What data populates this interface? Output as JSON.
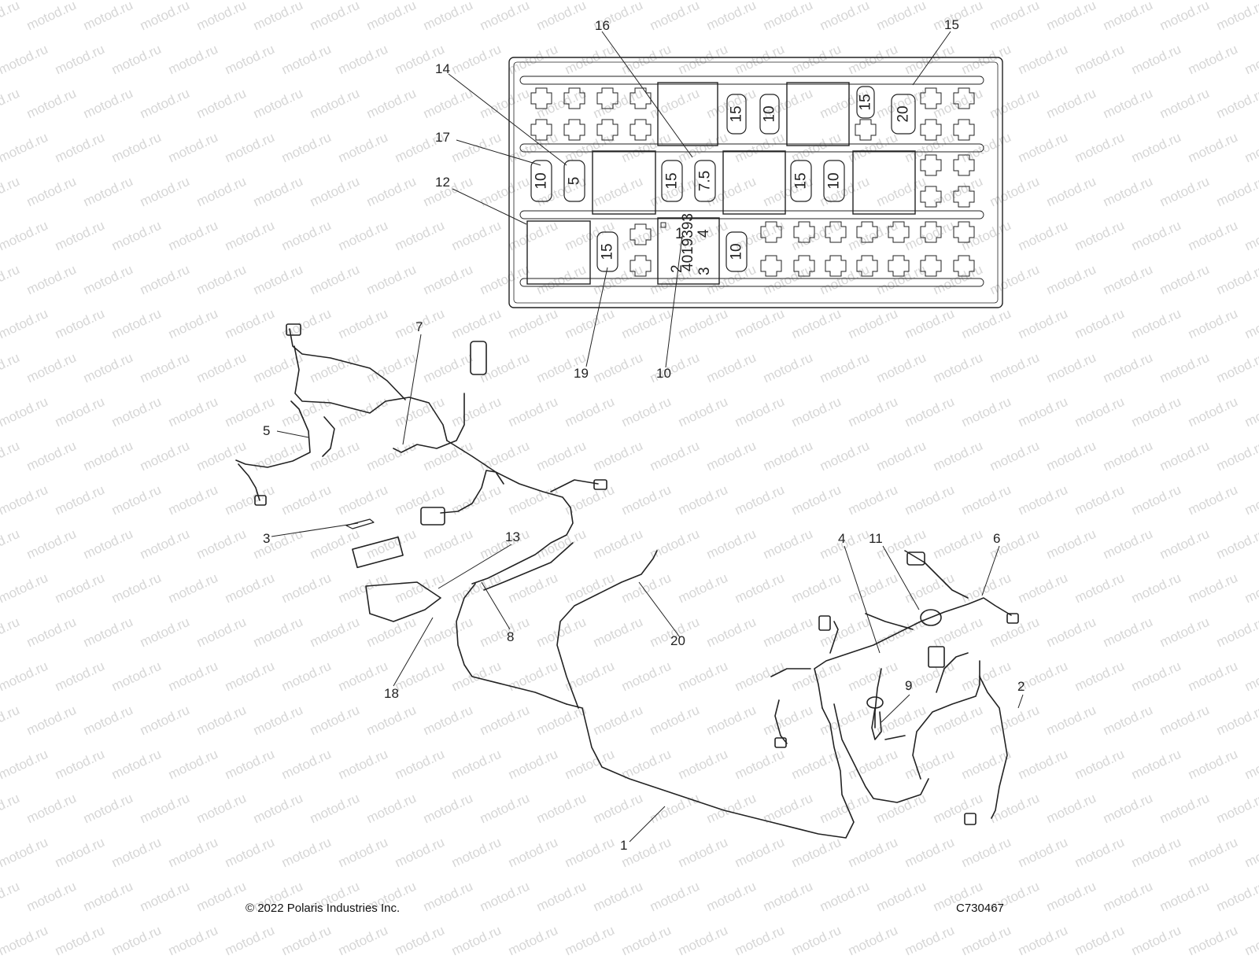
{
  "watermark": "motod.ru",
  "fuse_box": {
    "part_number": "4019393",
    "relay_pins": [
      "1",
      "2",
      "3",
      "4"
    ],
    "fuses": [
      {
        "id": "f15a",
        "rating": "15"
      },
      {
        "id": "f10a",
        "rating": "10"
      },
      {
        "id": "f15b",
        "rating": "15"
      },
      {
        "id": "f20",
        "rating": "20"
      },
      {
        "id": "f10b",
        "rating": "10"
      },
      {
        "id": "f5",
        "rating": "5"
      },
      {
        "id": "f15c",
        "rating": "15"
      },
      {
        "id": "f75",
        "rating": "7.5"
      },
      {
        "id": "f15d",
        "rating": "15"
      },
      {
        "id": "f10c",
        "rating": "10"
      },
      {
        "id": "f15e",
        "rating": "15"
      },
      {
        "id": "f10d",
        "rating": "10"
      }
    ]
  },
  "callouts": [
    "1",
    "2",
    "3",
    "4",
    "5",
    "6",
    "7",
    "8",
    "9",
    "10",
    "11",
    "12",
    "13",
    "14",
    "15",
    "16",
    "17",
    "18",
    "19",
    "20"
  ],
  "footer": {
    "copyright": "© 2022 Polaris Industries Inc.",
    "code": "C730467"
  },
  "colors": {
    "line": "#222222",
    "watermark": "#d6d6d6",
    "background": "#ffffff"
  }
}
